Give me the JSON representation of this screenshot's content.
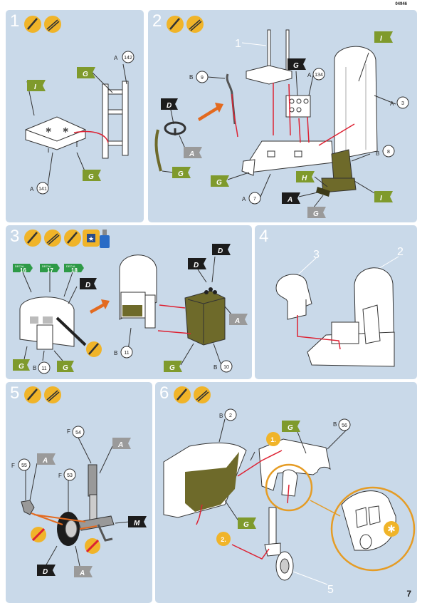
{
  "header": {
    "code": "04946"
  },
  "footer": {
    "page": "7"
  },
  "steps": [
    {
      "number": "1",
      "parts": [
        "142",
        "141"
      ],
      "paint": [
        "I",
        "G",
        "G"
      ]
    },
    {
      "number": "2",
      "sub": [
        "1"
      ],
      "parts": [
        "9",
        "134",
        "3",
        "8",
        "7"
      ],
      "paint": [
        "D",
        "A",
        "G",
        "G",
        "G",
        "I",
        "H",
        "A",
        "G"
      ]
    },
    {
      "number": "3",
      "decals": [
        "16",
        "17",
        "18"
      ],
      "decal_word": "DECAL",
      "parts": [
        "11",
        "11",
        "10"
      ],
      "paint": [
        "D",
        "G",
        "G",
        "D",
        "D",
        "A",
        "G"
      ]
    },
    {
      "number": "4",
      "sub": [
        "3",
        "2"
      ]
    },
    {
      "number": "5",
      "parts": [
        "54",
        "55",
        "53"
      ],
      "paint": [
        "A",
        "A",
        "M",
        "D",
        "A"
      ]
    },
    {
      "number": "6",
      "parts": [
        "2",
        "56"
      ],
      "paint": [
        "G",
        "G"
      ],
      "seq": [
        "1.",
        "2."
      ],
      "sub": [
        "5"
      ]
    }
  ],
  "prefix": {
    "A": "A",
    "B": "B",
    "F": "F"
  },
  "colors": {
    "panel": "#c9d9e9",
    "flag_green": "#7f9a2c",
    "flag_black": "#1c1c1c",
    "flag_gray": "#9a9a9a",
    "arrow": "#e36a1f",
    "olive": "#6e6a2a",
    "tool_yellow": "#f0b429",
    "circle_orange": "#e59c25",
    "decal_green": "#2e9a47"
  },
  "icons": [
    "paint-brush-icon",
    "tweezers-icon",
    "decal-icon",
    "glue-bottle-icon",
    "no-glue-icon",
    "orange-arrow-icon"
  ]
}
